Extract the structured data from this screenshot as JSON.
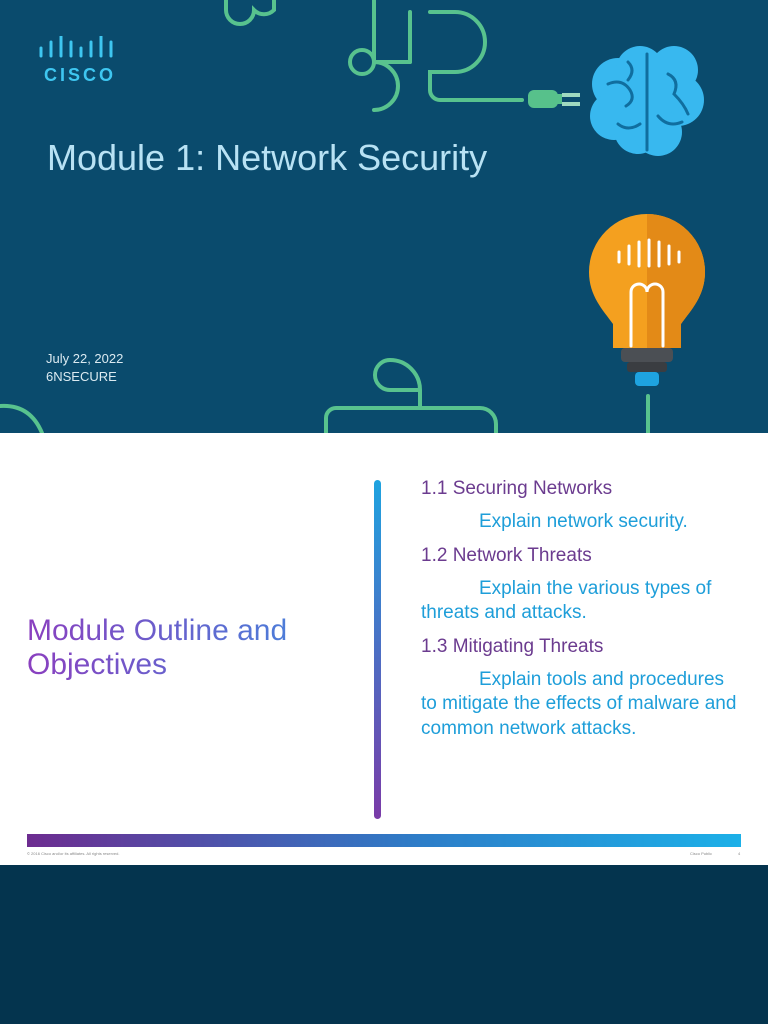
{
  "slide1": {
    "logo_text": "CISCO",
    "title": "Module 1: Network Security",
    "date": "July 22, 2022",
    "course": "6NSECURE"
  },
  "slide2": {
    "heading": "Module Outline and Objectives",
    "sections": [
      {
        "title": "1.1 Securing Networks",
        "objective": "Explain network security."
      },
      {
        "title": "1.2 Network Threats",
        "objective": "Explain the various types of threats and attacks."
      },
      {
        "title": "1.3 Mitigating Threats",
        "objective": "Explain tools and procedures to mitigate the effects of malware and common network attacks."
      }
    ],
    "footer_left": "© 2016 Cisco and/or its affiliates. All rights reserved.",
    "footer_classification": "Cisco Public",
    "footer_page": "4"
  },
  "icons": [
    "cisco-logo-icon",
    "brain-icon",
    "plug-icon",
    "lightbulb-icon"
  ],
  "colors": {
    "slide1_bg": "#0a4b6d",
    "line_green": "#56c18b",
    "accent_blue": "#1e9ed9",
    "accent_purple": "#6b3b8f"
  }
}
